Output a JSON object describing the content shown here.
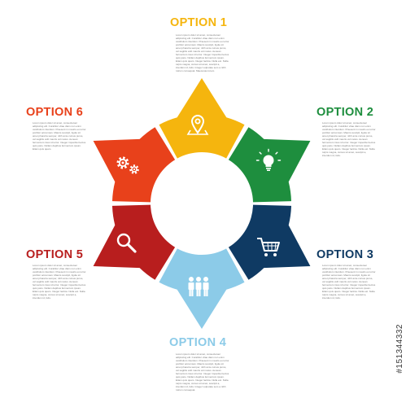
{
  "options": [
    {
      "id": "option-1",
      "title": "OPTION 1",
      "color": "#F5B50E",
      "icon": "location-pin-icon",
      "text": "Lorem ipsum dolor sit amet, consectetuer adipiscing elit. Curabitur vitae diam non enim vestibulum interdum. Praesent in mauris eu tortor porttitor accumsan. Mauris suscipit, ligula sit amet pharetra semper, nibh ante cursus purus, vel sagittis velit mauris vel metus. Aenean fermentum risus id tortor. Integer imperdiet lectus quis justo. Nullam dapibus fermentum ipsum. Etiam quis quam. Integer lacinia. Nulla est. Nulla turpis magna, cursus sit amet, suscipit a, interdum id, felis. Integer vulputate sem a nibh rutrum consequat. Maecenas lorem."
    },
    {
      "id": "option-2",
      "title": "OPTION 2",
      "color": "#1E8E3E",
      "icon": "lightbulb-icon",
      "text": "Lorem ipsum dolor sit amet, consectetuer adipiscing elit. Curabitur vitae diam non enim vestibulum interdum. Praesent in mauris eu tortor porttitor accumsan. Mauris suscipit, ligula sit amet pharetra semper, nibh ante cursus purus, vel sagittis velit mauris vel metus. Aenean fermentum risus id tortor. Integer imperdiet lectus quis justo. Nullam dapibus fermentum ipsum. Etiam quis quam. Integer lacinia. Nulla est. Nulla turpis magna, cursus sit amet, suscipit a, interdum id, felis."
    },
    {
      "id": "option-3",
      "title": "OPTION 3",
      "color": "#0F3A63",
      "icon": "shopping-cart-icon",
      "text": "Lorem ipsum dolor sit amet, consectetuer adipiscing elit. Curabitur vitae diam non enim vestibulum interdum. Praesent in mauris eu tortor porttitor accumsan. Mauris suscipit, ligula sit amet pharetra semper, nibh ante cursus purus, vel sagittis velit mauris vel metus. Aenean fermentum risus id tortor. Integer imperdiet lectus quis justo. Nullam dapibus fermentum ipsum. Etiam quis quam. Integer lacinia. Nulla est. Nulla turpis magna, cursus sit amet, suscipit a, interdum id, felis."
    },
    {
      "id": "option-4",
      "title": "OPTION 4",
      "color": "#8CCBE8",
      "icon": "people-group-icon",
      "text": "Lorem ipsum dolor sit amet, consectetuer adipiscing elit. Curabitur vitae diam non enim vestibulum interdum. Praesent in mauris eu tortor porttitor accumsan. Mauris suscipit, ligula sit amet pharetra semper, nibh ante cursus purus, vel sagittis velit mauris vel metus. Aenean fermentum risus id tortor. Integer imperdiet lectus quis justo. Nullam dapibus fermentum ipsum. Etiam quis quam. Integer lacinia. Nulla est. Nulla turpis magna, cursus sit amet, suscipit a, interdum id, felis. Integer vulputate sem a nibh rutrum consequat."
    },
    {
      "id": "option-5",
      "title": "OPTION 5",
      "color": "#B81E1E",
      "icon": "magnifier-icon",
      "text": "Lorem ipsum dolor sit amet, consectetuer adipiscing elit. Curabitur vitae diam non enim vestibulum interdum. Praesent in mauris eu tortor porttitor accumsan. Mauris suscipit, ligula sit amet pharetra semper, nibh ante cursus purus, vel sagittis velit mauris vel metus. Aenean fermentum risus id tortor. Integer imperdiet lectus quis justo. Nullam dapibus fermentum ipsum. Etiam quis quam. Integer lacinia. Nulla est. Nulla turpis magna, cursus sit amet, suscipit a, interdum id, felis."
    },
    {
      "id": "option-6",
      "title": "OPTION 6",
      "color": "#E8411B",
      "icon": "gears-icon",
      "text": "Lorem ipsum dolor sit amet, consectetuer adipiscing elit. Curabitur vitae diam non enim vestibulum interdum. Praesent in mauris eu tortor porttitor accumsan. Mauris suscipit, ligula sit amet pharetra semper, nibh ante cursus purus, vel sagittis velit mauris vel metus. Aenean fermentum risus id tortor. Integer imperdiet lectus quis justo. Nullam dapibus fermentum ipsum. Etiam quis quam."
    }
  ],
  "watermark": "#151344332"
}
